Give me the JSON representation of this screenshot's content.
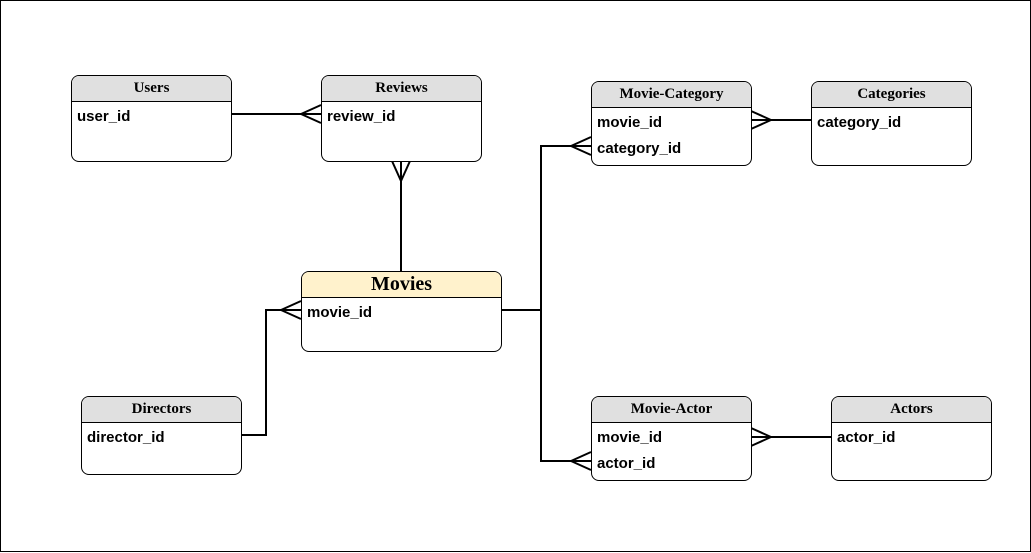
{
  "entities": {
    "users": {
      "name": "Users",
      "fields": [
        "user_id"
      ]
    },
    "reviews": {
      "name": "Reviews",
      "fields": [
        "review_id"
      ]
    },
    "movies": {
      "name": "Movies",
      "fields": [
        "movie_id"
      ]
    },
    "directors": {
      "name": "Directors",
      "fields": [
        "director_id"
      ]
    },
    "movie_category": {
      "name": "Movie-Category",
      "fields": [
        "movie_id",
        "category_id"
      ]
    },
    "categories": {
      "name": "Categories",
      "fields": [
        "category_id"
      ]
    },
    "movie_actor": {
      "name": "Movie-Actor",
      "fields": [
        "movie_id",
        "actor_id"
      ]
    },
    "actors": {
      "name": "Actors",
      "fields": [
        "actor_id"
      ]
    }
  },
  "relationships": [
    {
      "from": "Users",
      "to": "Reviews",
      "from_end": "one",
      "to_end": "many"
    },
    {
      "from": "Movies",
      "to": "Reviews",
      "from_end": "one",
      "to_end": "many"
    },
    {
      "from": "Directors",
      "to": "Movies",
      "from_end": "one",
      "to_end": "many"
    },
    {
      "from": "Movies",
      "to": "Movie-Category",
      "from_end": "one",
      "to_end": "many"
    },
    {
      "from": "Categories",
      "to": "Movie-Category",
      "from_end": "one",
      "to_end": "many"
    },
    {
      "from": "Movies",
      "to": "Movie-Actor",
      "from_end": "one",
      "to_end": "many"
    },
    {
      "from": "Actors",
      "to": "Movie-Actor",
      "from_end": "one",
      "to_end": "many"
    }
  ],
  "colors": {
    "header_fill": "#e0e0e0",
    "main_header_fill": "#fff2cc",
    "line": "#000000"
  }
}
